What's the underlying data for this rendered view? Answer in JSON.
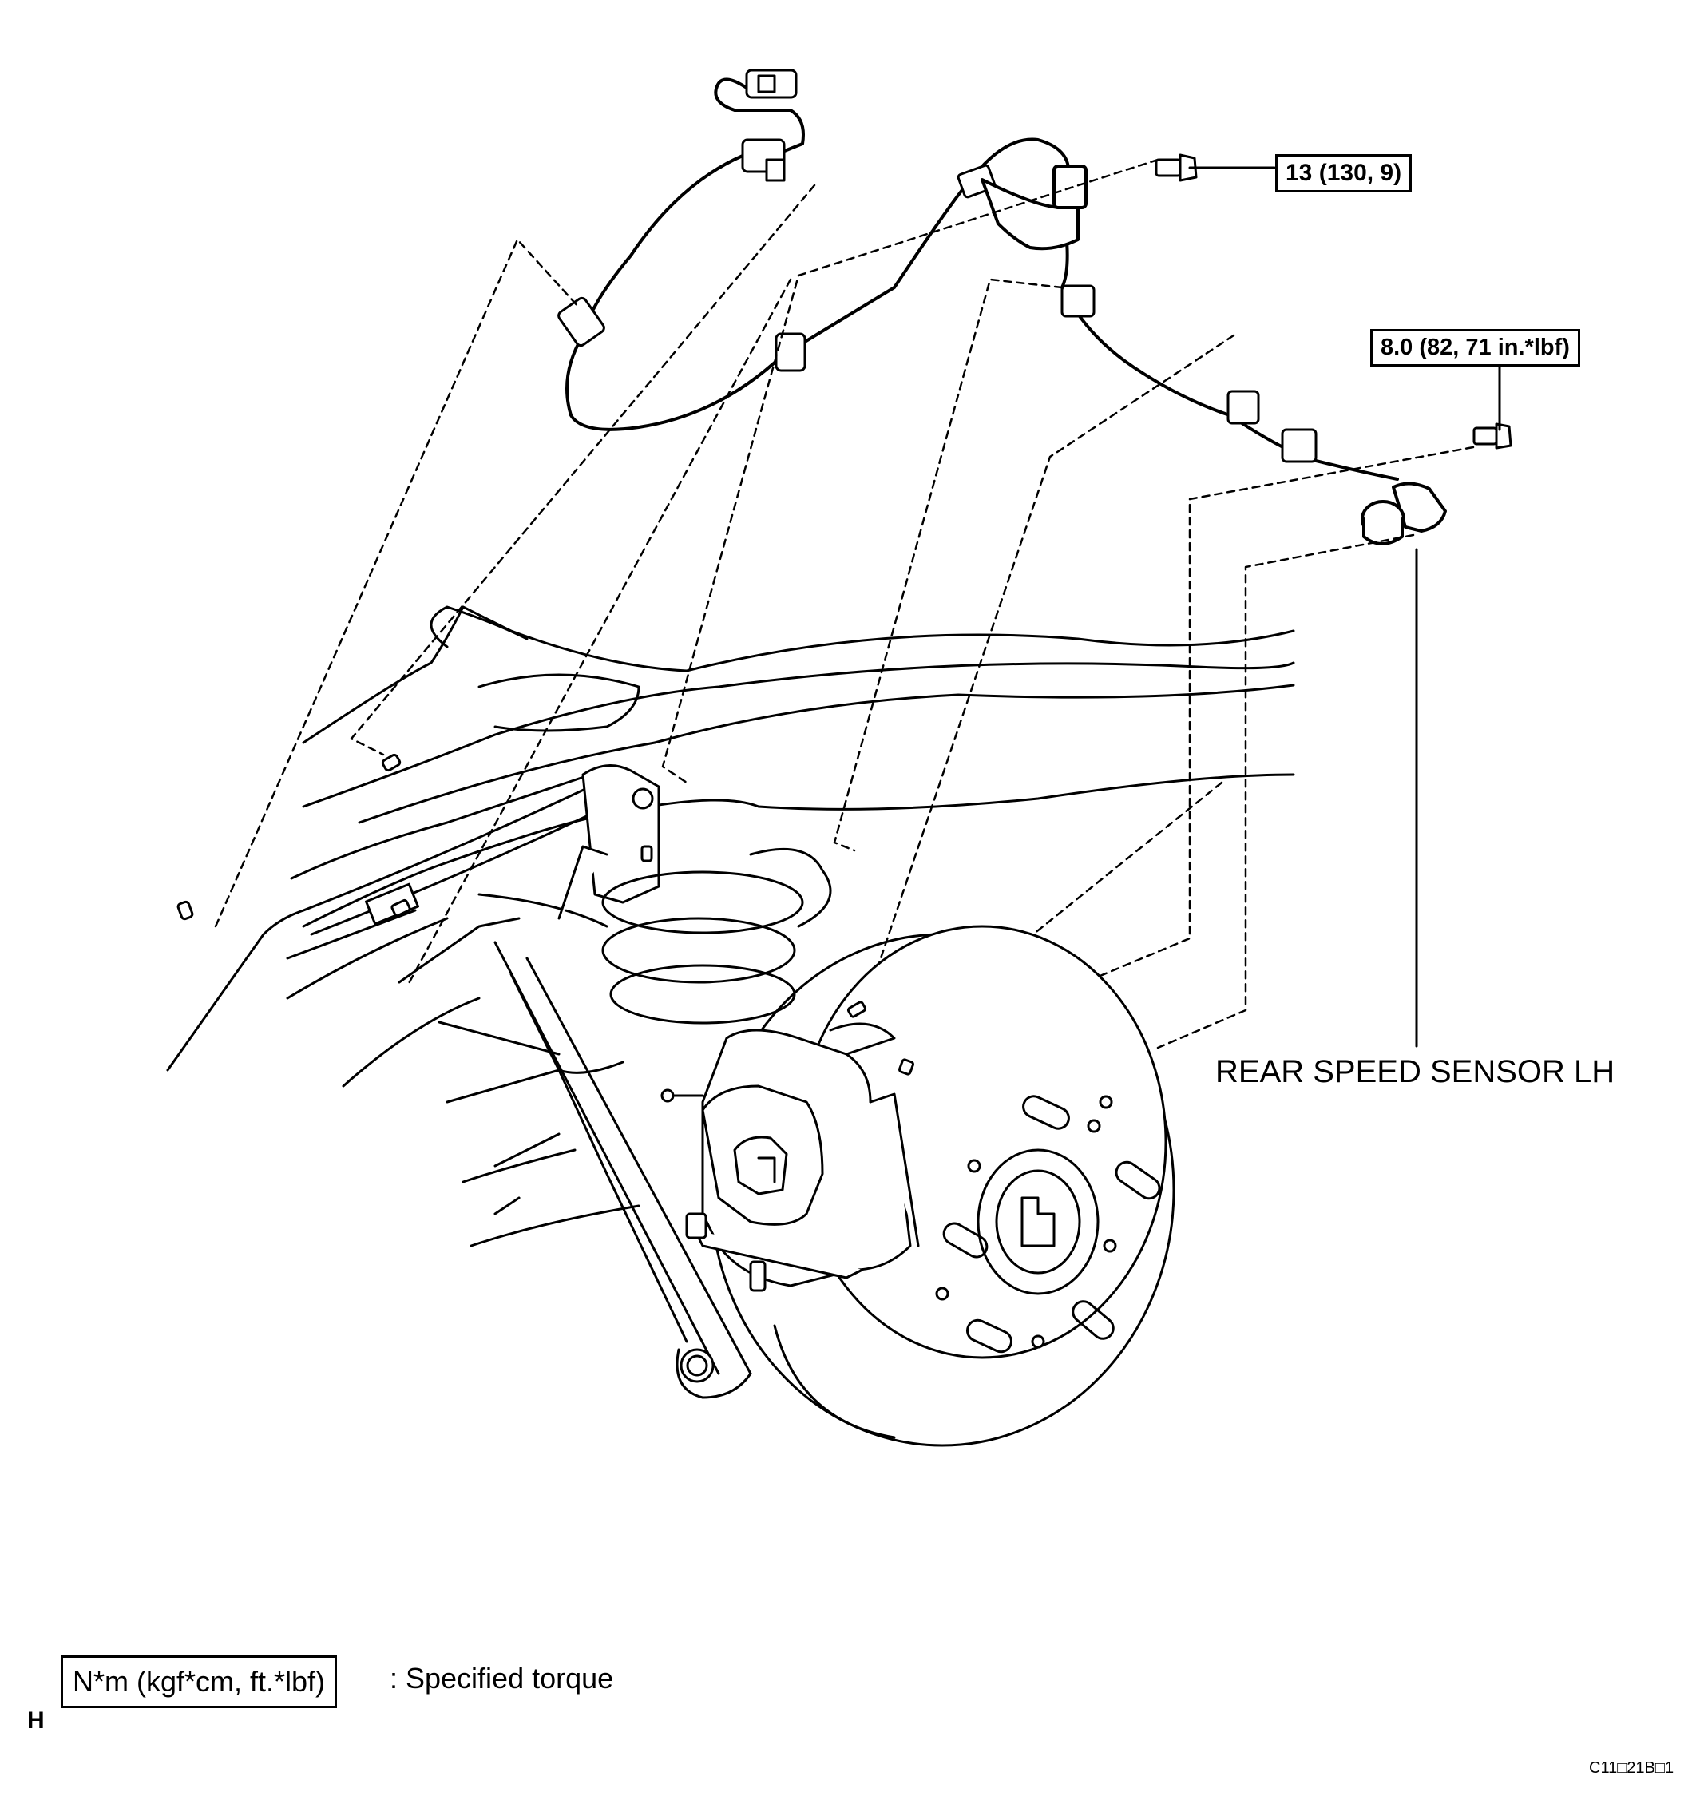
{
  "labels": {
    "torque_upper": "13 (130, 9)",
    "torque_lower": "8.0 (82, 71 in.*lbf)",
    "sensor": "REAR SPEED SENSOR LH"
  },
  "legend": {
    "unit_box": "N*m (kgf*cm, ft.*lbf)",
    "description": ": Specified torque"
  },
  "footer": {
    "letter": "H",
    "figure_code": "C11□21B□1"
  },
  "colors": {
    "line": "#000000",
    "background": "#ffffff"
  },
  "icons": [
    "bolt-icon",
    "connector-icon",
    "speed-sensor-icon",
    "brake-disc-icon",
    "caliper-icon"
  ]
}
